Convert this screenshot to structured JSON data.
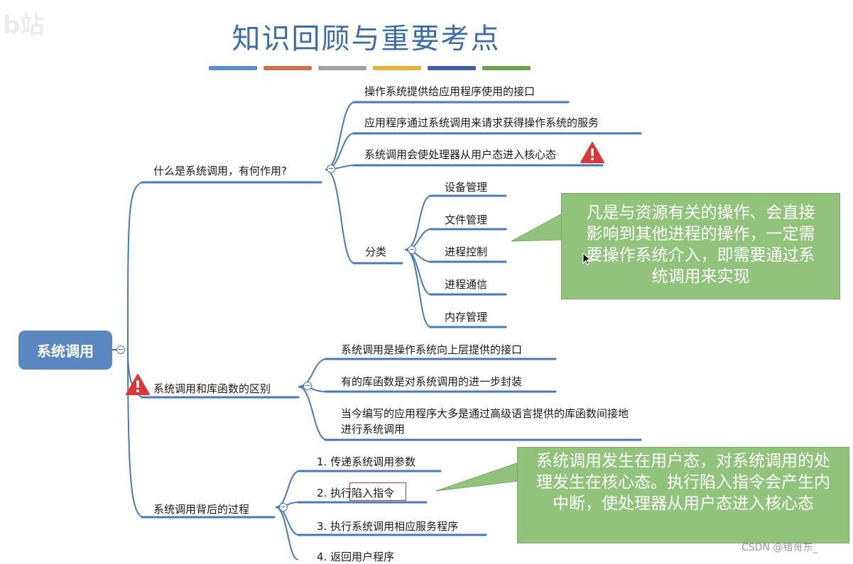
{
  "title": "知识回顾与重要考点",
  "color_bars": [
    "#5b8fc8",
    "#d0704a",
    "#a3a3a3",
    "#e6b23c",
    "#3f5ea3",
    "#6ca44c"
  ],
  "root": {
    "label": "系统调用"
  },
  "branch1": {
    "label": "什么是系统调用，有何作用?",
    "items": [
      "操作系统提供给应用程序使用的接口",
      "应用程序通过系统调用来请求获得操作系统的服务",
      "系统调用会使处理器从用户态进入核心态"
    ],
    "category": {
      "label": "分类",
      "items": [
        "设备管理",
        "文件管理",
        "进程控制",
        "进程通信",
        "内存管理"
      ]
    }
  },
  "branch2": {
    "label": "系统调用和库函数的区别",
    "items": [
      "系统调用是操作系统向上层提供的接口",
      "有的库函数是对系统调用的进一步封装",
      "当今编写的应用程序大多是通过高级语言提供的库函数间接地进行系统调用"
    ]
  },
  "branch3": {
    "label": "系统调用背后的过程",
    "items": [
      "1. 传递系统调用参数",
      "2. 执行陷入指令",
      "3. 执行系统调用相应服务程序",
      "4. 返回用户程序"
    ]
  },
  "callout1": "凡是与资源有关的操作、会直接影响到其他进程的操作，一定需要操作系统介入，即需要通过系统调用来实现",
  "callout2": "系统调用发生在用户态，对系统调用的处理发生在核心态。执行陷入指令会产生内中断，使处理器从用户态进入核心态",
  "watermark": "CSDN @错哥东_",
  "colors": {
    "branch_line": "#4a79b5",
    "callout_bg": "#92c37c",
    "root_bg": "#5b87c0",
    "warning": "#d9383a"
  }
}
